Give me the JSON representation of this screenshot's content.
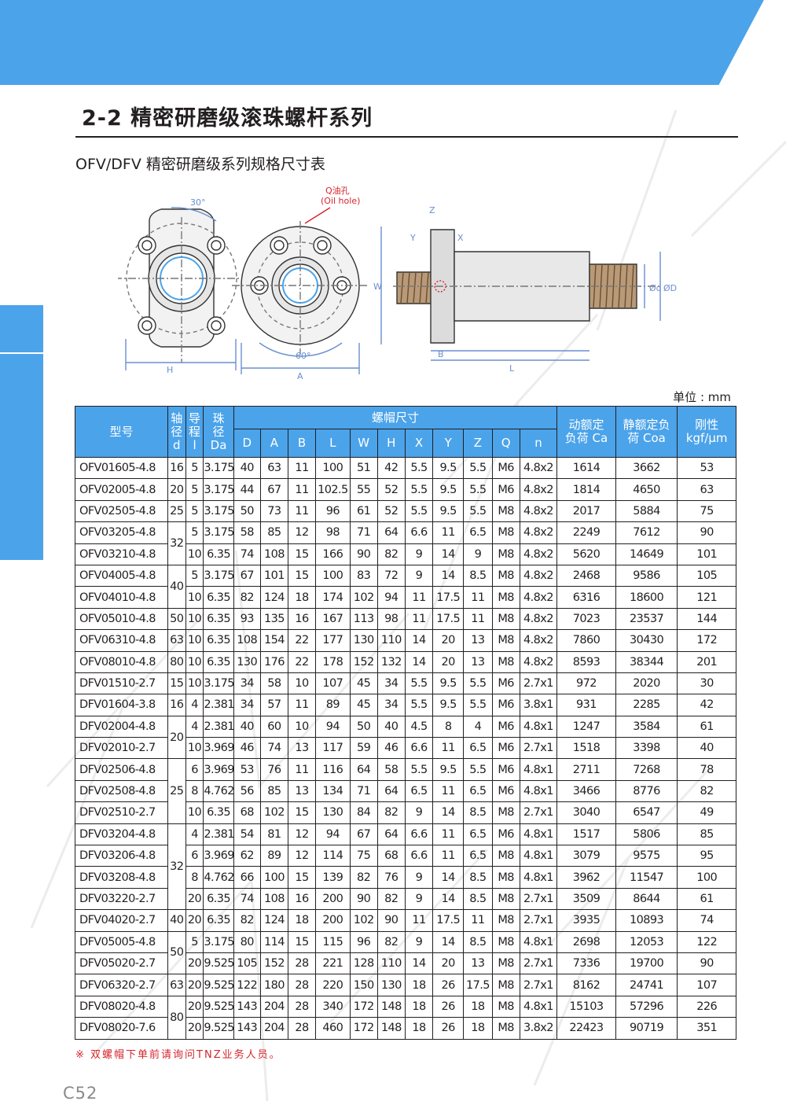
{
  "header": {
    "section_title": "2-2 精密研磨级滚珠螺杆系列",
    "subtitle": "OFV/DFV 精密研磨级系列规格尺寸表",
    "unit": "单位 : mm"
  },
  "drawing": {
    "angle_30": "30°",
    "angle_60": "60°",
    "oil_hole_label": "Q油孔",
    "oil_hole_label_en": "(Oil hole)",
    "dim_H": "H",
    "dim_A": "A",
    "dim_W": "W",
    "dim_Z": "Z",
    "dim_Y": "Y",
    "dim_X": "X",
    "dim_B": "B",
    "dim_L": "L",
    "dim_d": "Ød",
    "dim_D": "ØD"
  },
  "table": {
    "head": {
      "model": "型号",
      "shaft_dia": [
        "轴",
        "径",
        "d"
      ],
      "lead": [
        "导",
        "程",
        "l"
      ],
      "ball": [
        "珠",
        "径",
        "Da"
      ],
      "nut_dims": "螺帽尺寸",
      "dyn_load": [
        "动额定",
        "负荷 Ca"
      ],
      "static_load": [
        "静额定负",
        "荷 Coa"
      ],
      "stiffness": [
        "刚性",
        "kgf/μm"
      ],
      "sub": [
        "D",
        "A",
        "B",
        "L",
        "W",
        "H",
        "X",
        "Y",
        "Z",
        "Q",
        "n"
      ]
    },
    "rows": [
      [
        "OFV01605-4.8",
        "16",
        "5",
        "3.175",
        "40",
        "63",
        "11",
        "100",
        "51",
        "42",
        "5.5",
        "9.5",
        "5.5",
        "M6",
        "4.8x2",
        "1614",
        "3662",
        "53"
      ],
      [
        "OFV02005-4.8",
        "20",
        "5",
        "3.175",
        "44",
        "67",
        "11",
        "102.5",
        "55",
        "52",
        "5.5",
        "9.5",
        "5.5",
        "M6",
        "4.8x2",
        "1814",
        "4650",
        "63"
      ],
      [
        "OFV02505-4.8",
        "25",
        "5",
        "3.175",
        "50",
        "73",
        "11",
        "96",
        "61",
        "52",
        "5.5",
        "9.5",
        "5.5",
        "M8",
        "4.8x2",
        "2017",
        "5884",
        "75"
      ],
      [
        "OFV03205-4.8",
        "32",
        "5",
        "3.175",
        "58",
        "85",
        "12",
        "98",
        "71",
        "64",
        "6.6",
        "11",
        "6.5",
        "M8",
        "4.8x2",
        "2249",
        "7612",
        "90"
      ],
      [
        "OFV03210-4.8",
        "",
        "10",
        "6.35",
        "74",
        "108",
        "15",
        "166",
        "90",
        "82",
        "9",
        "14",
        "9",
        "M8",
        "4.8x2",
        "5620",
        "14649",
        "101"
      ],
      [
        "OFV04005-4.8",
        "40",
        "5",
        "3.175",
        "67",
        "101",
        "15",
        "100",
        "83",
        "72",
        "9",
        "14",
        "8.5",
        "M8",
        "4.8x2",
        "2468",
        "9586",
        "105"
      ],
      [
        "OFV04010-4.8",
        "",
        "10",
        "6.35",
        "82",
        "124",
        "18",
        "174",
        "102",
        "94",
        "11",
        "17.5",
        "11",
        "M8",
        "4.8x2",
        "6316",
        "18600",
        "121"
      ],
      [
        "OFV05010-4.8",
        "50",
        "10",
        "6.35",
        "93",
        "135",
        "16",
        "167",
        "113",
        "98",
        "11",
        "17.5",
        "11",
        "M8",
        "4.8x2",
        "7023",
        "23537",
        "144"
      ],
      [
        "OFV06310-4.8",
        "63",
        "10",
        "6.35",
        "108",
        "154",
        "22",
        "177",
        "130",
        "110",
        "14",
        "20",
        "13",
        "M8",
        "4.8x2",
        "7860",
        "30430",
        "172"
      ],
      [
        "OFV08010-4.8",
        "80",
        "10",
        "6.35",
        "130",
        "176",
        "22",
        "178",
        "152",
        "132",
        "14",
        "20",
        "13",
        "M8",
        "4.8x2",
        "8593",
        "38344",
        "201"
      ],
      [
        "DFV01510-2.7",
        "15",
        "10",
        "3.175",
        "34",
        "58",
        "10",
        "107",
        "45",
        "34",
        "5.5",
        "9.5",
        "5.5",
        "M6",
        "2.7x1",
        "972",
        "2020",
        "30"
      ],
      [
        "DFV01604-3.8",
        "16",
        "4",
        "2.381",
        "34",
        "57",
        "11",
        "89",
        "45",
        "34",
        "5.5",
        "9.5",
        "5.5",
        "M6",
        "3.8x1",
        "931",
        "2285",
        "42"
      ],
      [
        "DFV02004-4.8",
        "20",
        "4",
        "2.381",
        "40",
        "60",
        "10",
        "94",
        "50",
        "40",
        "4.5",
        "8",
        "4",
        "M6",
        "4.8x1",
        "1247",
        "3584",
        "61"
      ],
      [
        "DFV02010-2.7",
        "",
        "10",
        "3.969",
        "46",
        "74",
        "13",
        "117",
        "59",
        "46",
        "6.6",
        "11",
        "6.5",
        "M6",
        "2.7x1",
        "1518",
        "3398",
        "40"
      ],
      [
        "DFV02506-4.8",
        "25",
        "6",
        "3.969",
        "53",
        "76",
        "11",
        "116",
        "64",
        "58",
        "5.5",
        "9.5",
        "5.5",
        "M6",
        "4.8x1",
        "2711",
        "7268",
        "78"
      ],
      [
        "DFV02508-4.8",
        "",
        "8",
        "4.762",
        "56",
        "85",
        "13",
        "134",
        "71",
        "64",
        "6.5",
        "11",
        "6.5",
        "M6",
        "4.8x1",
        "3466",
        "8776",
        "82"
      ],
      [
        "DFV02510-2.7",
        "",
        "10",
        "6.35",
        "68",
        "102",
        "15",
        "130",
        "84",
        "82",
        "9",
        "14",
        "8.5",
        "M8",
        "2.7x1",
        "3040",
        "6547",
        "49"
      ],
      [
        "DFV03204-4.8",
        "32",
        "4",
        "2.381",
        "54",
        "81",
        "12",
        "94",
        "67",
        "64",
        "6.6",
        "11",
        "6.5",
        "M6",
        "4.8x1",
        "1517",
        "5806",
        "85"
      ],
      [
        "DFV03206-4.8",
        "",
        "6",
        "3.969",
        "62",
        "89",
        "12",
        "114",
        "75",
        "68",
        "6.6",
        "11",
        "6.5",
        "M8",
        "4.8x1",
        "3079",
        "9575",
        "95"
      ],
      [
        "DFV03208-4.8",
        "",
        "8",
        "4.762",
        "66",
        "100",
        "15",
        "139",
        "82",
        "76",
        "9",
        "14",
        "8.5",
        "M8",
        "4.8x1",
        "3962",
        "11547",
        "100"
      ],
      [
        "DFV03220-2.7",
        "",
        "20",
        "6.35",
        "74",
        "108",
        "16",
        "200",
        "90",
        "82",
        "9",
        "14",
        "8.5",
        "M8",
        "2.7x1",
        "3509",
        "8644",
        "61"
      ],
      [
        "DFV04020-2.7",
        "40",
        "20",
        "6.35",
        "82",
        "124",
        "18",
        "200",
        "102",
        "90",
        "11",
        "17.5",
        "11",
        "M8",
        "2.7x1",
        "3935",
        "10893",
        "74"
      ],
      [
        "DFV05005-4.8",
        "50",
        "5",
        "3.175",
        "80",
        "114",
        "15",
        "115",
        "96",
        "82",
        "9",
        "14",
        "8.5",
        "M8",
        "4.8x1",
        "2698",
        "12053",
        "122"
      ],
      [
        "DFV05020-2.7",
        "",
        "20",
        "9.525",
        "105",
        "152",
        "28",
        "221",
        "128",
        "110",
        "14",
        "20",
        "13",
        "M8",
        "2.7x1",
        "7336",
        "19700",
        "90"
      ],
      [
        "DFV06320-2.7",
        "63",
        "20",
        "9.525",
        "122",
        "180",
        "28",
        "220",
        "150",
        "130",
        "18",
        "26",
        "17.5",
        "M8",
        "2.7x1",
        "8162",
        "24741",
        "107"
      ],
      [
        "DFV08020-4.8",
        "80",
        "20",
        "9.525",
        "143",
        "204",
        "28",
        "340",
        "172",
        "148",
        "18",
        "26",
        "18",
        "M8",
        "4.8x1",
        "15103",
        "57296",
        "226"
      ],
      [
        "DFV08020-7.6",
        "",
        "20",
        "9.525",
        "143",
        "204",
        "28",
        "460",
        "172",
        "148",
        "18",
        "26",
        "18",
        "M8",
        "3.8x2",
        "22423",
        "90719",
        "351"
      ]
    ],
    "shaft_spans": [
      1,
      1,
      1,
      2,
      0,
      2,
      0,
      1,
      1,
      1,
      1,
      1,
      2,
      0,
      3,
      0,
      0,
      4,
      0,
      0,
      0,
      1,
      2,
      0,
      1,
      2,
      0
    ]
  },
  "footnote": "※  双螺帽下单前请询问TNZ业务人员。",
  "page_number": "C52",
  "colors": {
    "accent": "#4ba3ea",
    "dim_blue": "#6a8fd0",
    "note_red": "#d6242b"
  }
}
